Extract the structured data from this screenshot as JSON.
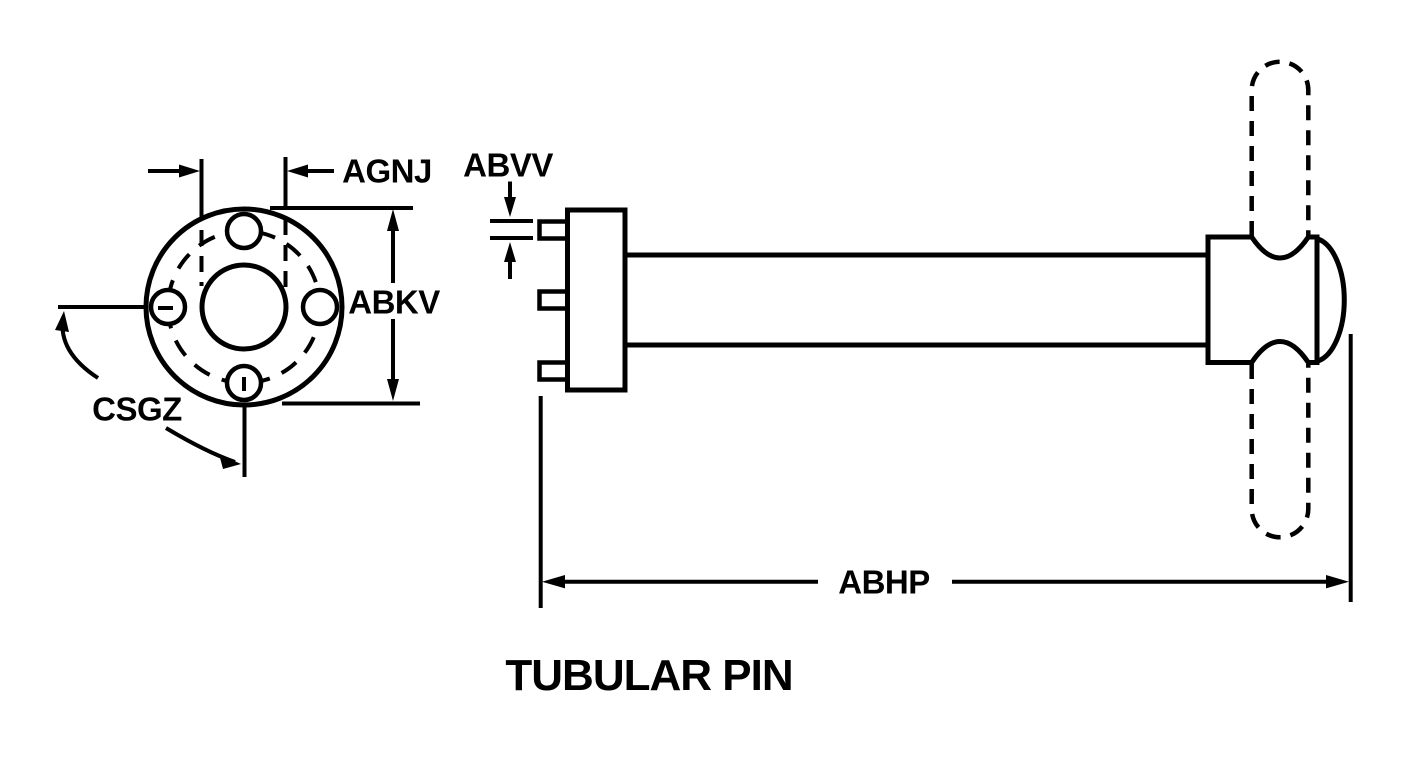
{
  "drawing": {
    "title": "TUBULAR PIN",
    "dimension_labels": {
      "bore_diameter": "AGNJ",
      "tab_thickness": "ABVV",
      "flange_diameter": "ABKV",
      "hole_angle": "CSGZ",
      "overall_length": "ABHP"
    },
    "colors": {
      "line": "#000000",
      "background": "#ffffff"
    }
  }
}
